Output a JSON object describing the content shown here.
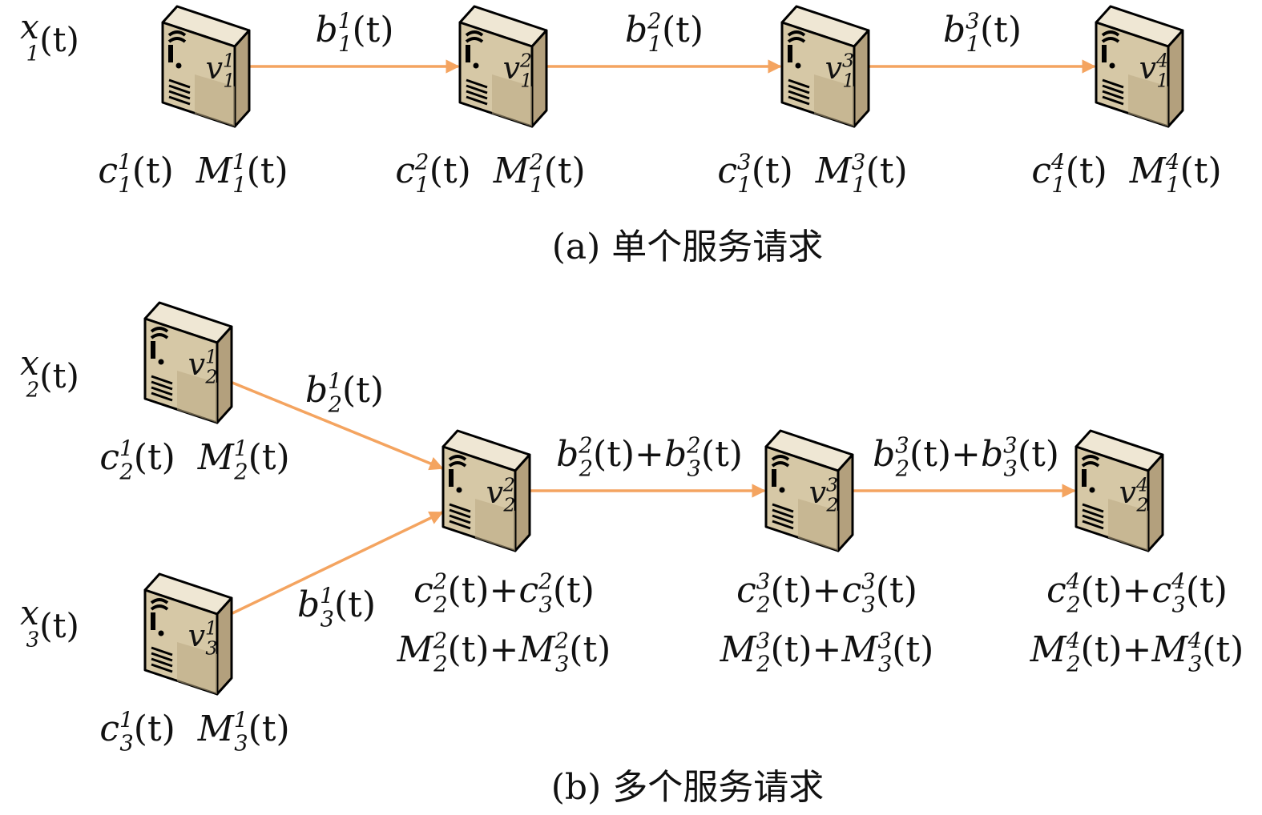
{
  "colors": {
    "arrow": "#f4a460",
    "server_front": "#d6c8a6",
    "server_side": "#b3a07d",
    "server_top": "#efe7d4",
    "server_base": "#9e8a66",
    "server_stroke": "#000000"
  },
  "icons": [
    "server-icon"
  ],
  "panels": [
    {
      "caption": "(a) 单个服务请求",
      "requests": [
        {
          "label": {
            "base": "x",
            "sub": "1",
            "tail": "(t)"
          },
          "nodes": [
            {
              "base": "v",
              "sub": "1",
              "sup": "1"
            },
            {
              "base": "v",
              "sub": "1",
              "sup": "2"
            },
            {
              "base": "v",
              "sub": "1",
              "sup": "3"
            },
            {
              "base": "v",
              "sub": "1",
              "sup": "4"
            }
          ],
          "resources": [
            [
              [
                {
                  "b": "c",
                  "sub": "1",
                  "sup": "1"
                },
                {
                  "t": "(t)  "
                },
                {
                  "b": "M",
                  "sub": "1",
                  "sup": "1"
                },
                {
                  "t": "(t)"
                }
              ]
            ],
            [
              [
                {
                  "b": "c",
                  "sub": "1",
                  "sup": "2"
                },
                {
                  "t": "(t)  "
                },
                {
                  "b": "M",
                  "sub": "1",
                  "sup": "2"
                },
                {
                  "t": "(t)"
                }
              ]
            ],
            [
              [
                {
                  "b": "c",
                  "sub": "1",
                  "sup": "3"
                },
                {
                  "t": "(t)  "
                },
                {
                  "b": "M",
                  "sub": "1",
                  "sup": "3"
                },
                {
                  "t": "(t)"
                }
              ]
            ],
            [
              [
                {
                  "b": "c",
                  "sub": "1",
                  "sup": "4"
                },
                {
                  "t": "(t)  "
                },
                {
                  "b": "M",
                  "sub": "1",
                  "sup": "4"
                },
                {
                  "t": "(t)"
                }
              ]
            ]
          ],
          "links": [
            [
              {
                "b": "b",
                "sub": "1",
                "sup": "1"
              },
              {
                "t": "(t)"
              }
            ],
            [
              {
                "b": "b",
                "sub": "1",
                "sup": "2"
              },
              {
                "t": "(t)"
              }
            ],
            [
              {
                "b": "b",
                "sub": "1",
                "sup": "3"
              },
              {
                "t": "(t)"
              }
            ]
          ]
        }
      ]
    },
    {
      "caption": "(b) 多个服务请求",
      "requests": [
        {
          "label": {
            "base": "x",
            "sub": "2",
            "tail": "(t)"
          },
          "node": {
            "base": "v",
            "sub": "2",
            "sup": "1"
          },
          "resources": [
            [
              {
                "b": "c",
                "sub": "2",
                "sup": "1"
              },
              {
                "t": "(t)  "
              },
              {
                "b": "M",
                "sub": "2",
                "sup": "1"
              },
              {
                "t": "(t)"
              }
            ]
          ],
          "link": [
            {
              "b": "b",
              "sub": "2",
              "sup": "1"
            },
            {
              "t": "(t)"
            }
          ]
        },
        {
          "label": {
            "base": "x",
            "sub": "3",
            "tail": "(t)"
          },
          "node": {
            "base": "v",
            "sub": "3",
            "sup": "1"
          },
          "resources": [
            [
              {
                "b": "c",
                "sub": "3",
                "sup": "1"
              },
              {
                "t": "(t)  "
              },
              {
                "b": "M",
                "sub": "3",
                "sup": "1"
              },
              {
                "t": "(t)"
              }
            ]
          ],
          "link": [
            {
              "b": "b",
              "sub": "3",
              "sup": "1"
            },
            {
              "t": "(t)"
            }
          ]
        }
      ],
      "shared_nodes": [
        {
          "base": "v",
          "sub": "2",
          "sup": "2"
        },
        {
          "base": "v",
          "sub": "2",
          "sup": "3"
        },
        {
          "base": "v",
          "sub": "2",
          "sup": "4"
        }
      ],
      "shared_resources": [
        [
          [
            {
              "b": "c",
              "sub": "2",
              "sup": "2"
            },
            {
              "t": "(t)+"
            },
            {
              "b": "c",
              "sub": "3",
              "sup": "2"
            },
            {
              "t": "(t)"
            }
          ],
          [
            {
              "b": "M",
              "sub": "2",
              "sup": "2"
            },
            {
              "t": "(t)+"
            },
            {
              "b": "M",
              "sub": "3",
              "sup": "2"
            },
            {
              "t": "(t)"
            }
          ]
        ],
        [
          [
            {
              "b": "c",
              "sub": "2",
              "sup": "3"
            },
            {
              "t": "(t)+"
            },
            {
              "b": "c",
              "sub": "3",
              "sup": "3"
            },
            {
              "t": "(t)"
            }
          ],
          [
            {
              "b": "M",
              "sub": "2",
              "sup": "3"
            },
            {
              "t": "(t)+"
            },
            {
              "b": "M",
              "sub": "3",
              "sup": "3"
            },
            {
              "t": "(t)"
            }
          ]
        ],
        [
          [
            {
              "b": "c",
              "sub": "2",
              "sup": "4"
            },
            {
              "t": "(t)+"
            },
            {
              "b": "c",
              "sub": "3",
              "sup": "4"
            },
            {
              "t": "(t)"
            }
          ],
          [
            {
              "b": "M",
              "sub": "2",
              "sup": "4"
            },
            {
              "t": "(t)+"
            },
            {
              "b": "M",
              "sub": "3",
              "sup": "4"
            },
            {
              "t": "(t)"
            }
          ]
        ]
      ],
      "shared_links": [
        [
          {
            "b": "b",
            "sub": "2",
            "sup": "2"
          },
          {
            "t": "(t)+"
          },
          {
            "b": "b",
            "sub": "3",
            "sup": "2"
          },
          {
            "t": "(t)"
          }
        ],
        [
          {
            "b": "b",
            "sub": "2",
            "sup": "3"
          },
          {
            "t": "(t)+"
          },
          {
            "b": "b",
            "sub": "3",
            "sup": "3"
          },
          {
            "t": "(t)"
          }
        ]
      ]
    }
  ]
}
